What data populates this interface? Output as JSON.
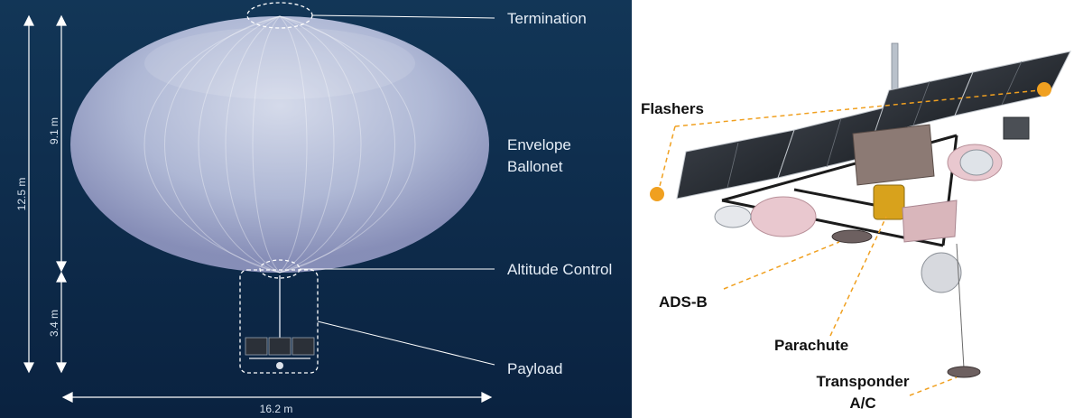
{
  "balloon_diagram": {
    "labels": {
      "termination": "Termination",
      "envelope": "Envelope",
      "ballonet": "Ballonet",
      "altitude_control": "Altitude Control",
      "payload": "Payload"
    },
    "dimensions": {
      "total_height": "12.5 m",
      "envelope_height": "9.1 m",
      "payload_height": "3.4 m",
      "width": "16.2 m"
    },
    "colors": {
      "background": "#0e2c4e",
      "accent": "#ffffff"
    }
  },
  "payload_diagram": {
    "labels": {
      "flashers": "Flashers",
      "adsb": "ADS-B",
      "parachute": "Parachute",
      "transponder_line1": "Transponder",
      "transponder_line2": "A/C"
    },
    "colors": {
      "leader": "#f0a020",
      "marker": "#f0a020"
    }
  }
}
